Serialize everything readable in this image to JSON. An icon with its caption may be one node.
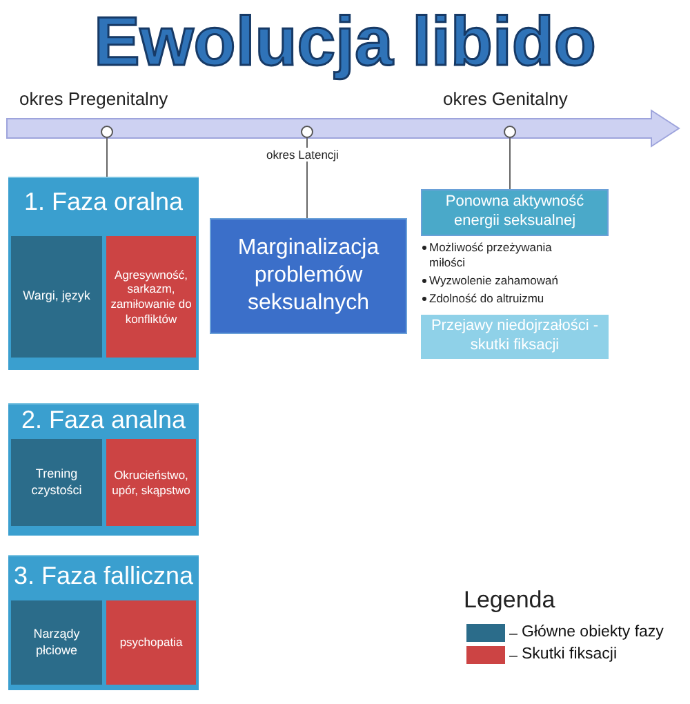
{
  "diagram": {
    "title": "Ewolucja libido",
    "nodes": [
      {
        "text": [
          "1. Faza oralna"
        ]
      },
      {
        "text": [
          "Wargi, język"
        ],
        "in": 0
      },
      {
        "text": [
          "Agresywność, sarkazm, zamiłowanie do konfliktów"
        ],
        "in": 0
      },
      {
        "text": [
          "2. Faza analna"
        ]
      },
      {
        "text": [
          "Trening czystości"
        ],
        "in": 3
      },
      {
        "text": [
          "Okrucieństwo, upór, skąpstwo"
        ],
        "in": 3
      },
      {
        "text": [
          "3. Faza falliczna"
        ]
      },
      {
        "text": [
          "Narządy płciowe"
        ],
        "in": 6
      },
      {
        "text": [
          "psychopatia"
        ],
        "in": 6
      },
      {
        "text": [
          "Marginalizacja problemów seksualnych"
        ]
      },
      {
        "text": [
          "Ponowna aktywność energii seksualnej"
        ]
      },
      {
        "text": [
          "Przejawy niedojrzałości - skutki fiksacji"
        ]
      },
      {
        "text": [],
        "shape": "circle",
        "beside": [
          "okres Pregenitalny"
        ]
      },
      {
        "text": [],
        "shape": "circle",
        "beside": [
          "okres Latencji"
        ]
      },
      {
        "text": [],
        "shape": "circle",
        "beside": [
          "okres Genitalny"
        ]
      }
    ],
    "edges": [
      {
        "from": 12,
        "to": 0,
        "arrow": "none"
      },
      {
        "from": 13,
        "to": 9,
        "arrow": "none"
      },
      {
        "from": 14,
        "to": 10,
        "arrow": "none"
      }
    ],
    "labels": [
      "Możliwość przeżywania miłości",
      "Wyzwolenie zahamowań",
      "Zdolność do altruizmu",
      "Legenda"
    ],
    "legend": [
      {
        "text": "Główne obiekty fazy",
        "color": "#2b6c8a"
      },
      {
        "text": "Skutki fiksacji",
        "color": "#cc4444"
      }
    ]
  }
}
